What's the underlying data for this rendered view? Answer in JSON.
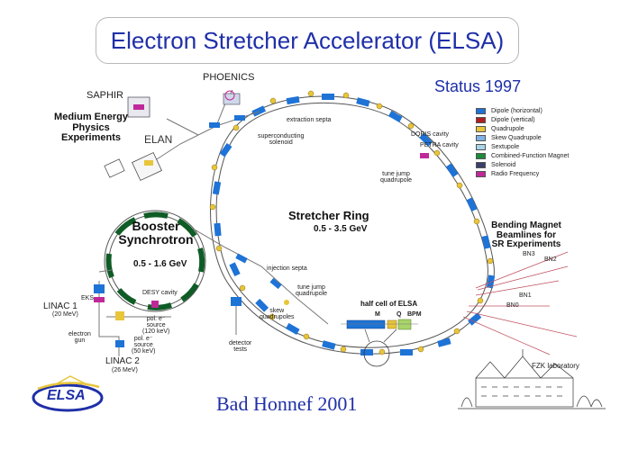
{
  "title": "Electron Stretcher Accelerator (ELSA)",
  "status": "Status 1997",
  "footer": "Bad Honnef 2001",
  "legend": [
    {
      "label": "Dipole (horizontal)",
      "color": "#1e73d6"
    },
    {
      "label": "Dipole (vertical)",
      "color": "#b01e1e"
    },
    {
      "label": "Quadrupole",
      "color": "#e8c53a"
    },
    {
      "label": "Skew Quadrupole",
      "color": "#7fb2e6"
    },
    {
      "label": "Sextupole",
      "color": "#a8d4ea"
    },
    {
      "label": "Combined-Function Magnet",
      "color": "#1c8a3a"
    },
    {
      "label": "Solenoid",
      "color": "#3b3f6b"
    },
    {
      "label": "Radio Frequency",
      "color": "#c0289a"
    }
  ],
  "labels": {
    "phoenics": "PHOENICS",
    "saphir": "SAPHIR",
    "elan": "ELAN",
    "medium_energy_1": "Medium Energy",
    "medium_energy_2": "Physics",
    "medium_energy_3": "Experiments",
    "extraction_septa": "extraction septa",
    "sc_solenoid_1": "superconducting",
    "sc_solenoid_2": "solenoid",
    "doris_cavity": "DORIS cavity",
    "petra_cavity": "PETRA cavity",
    "tune_jump_1_a": "tune jump",
    "tune_jump_1_b": "quadrupole",
    "stretcher_ring": "Stretcher Ring",
    "stretcher_energy": "0.5 - 3.5 GeV",
    "booster_1": "Booster",
    "booster_2": "Synchrotron",
    "booster_energy": "0.5 - 1.6 GeV",
    "desy_cavity": "DESY cavity",
    "injection_septa": "injection septa",
    "tune_jump_2_a": "tune jump",
    "tune_jump_2_b": "quadrupole",
    "skew_quads_1": "skew",
    "skew_quads_2": "quadrupoles",
    "detector_1": "detector",
    "detector_2": "tests",
    "bending_1": "Bending Magnet",
    "bending_2": "Beamlines for",
    "bending_3": "SR Experiments",
    "bn3": "BN3",
    "bn2": "BN2",
    "bn1": "BN1",
    "bn0": "BN0",
    "half_cell": "half cell of ELSA",
    "hc_m": "M",
    "hc_q": "Q",
    "hc_bpm": "BPM",
    "fzk": "FZK laboratory",
    "linac1": "LINAC 1",
    "linac1_energy": "(20 MeV)",
    "eks": "EKS",
    "electron_gun_1": "electron",
    "electron_gun_2": "gun",
    "pol_source_1_a": "pol. e⁻",
    "pol_source_1_b": "source",
    "pol_source_1_c": "(120 keV)",
    "pol_source_2_a": "pol. e⁻",
    "pol_source_2_b": "source",
    "pol_source_2_c": "(50 keV)",
    "linac2": "LINAC 2",
    "linac2_energy": "(26 MeV)",
    "logo_text": "ELSA"
  }
}
